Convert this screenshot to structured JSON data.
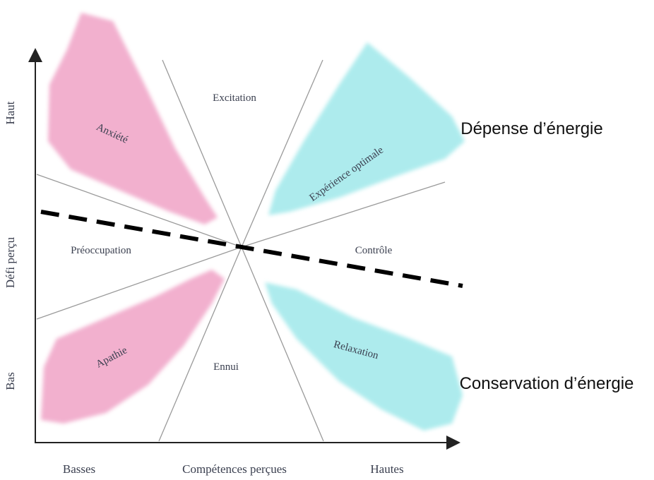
{
  "axes": {
    "y_title": "Défi perçu",
    "y_high": "Haut",
    "y_low": "Bas",
    "x_title": "Compétences perçues",
    "x_low": "Basses",
    "x_high": "Hautes"
  },
  "zones": {
    "excitation": "Excitation",
    "anxiete": "Anxiété",
    "experience_optimale": "Expérience optimale",
    "preoccupation": "Préoccupation",
    "controle": "Contrôle",
    "apathie": "Apathie",
    "ennui": "Ennui",
    "relaxation": "Relaxation"
  },
  "annotations": {
    "energy_spend": "Dépense d’énergie",
    "energy_save": "Conservation d’énergie"
  },
  "colors": {
    "pink_zone": "#f0a3c6",
    "cyan_zone": "#9fe8ea",
    "divider_line": "#9a9a9a",
    "axis": "#222222",
    "dashed_line": "#000000"
  }
}
